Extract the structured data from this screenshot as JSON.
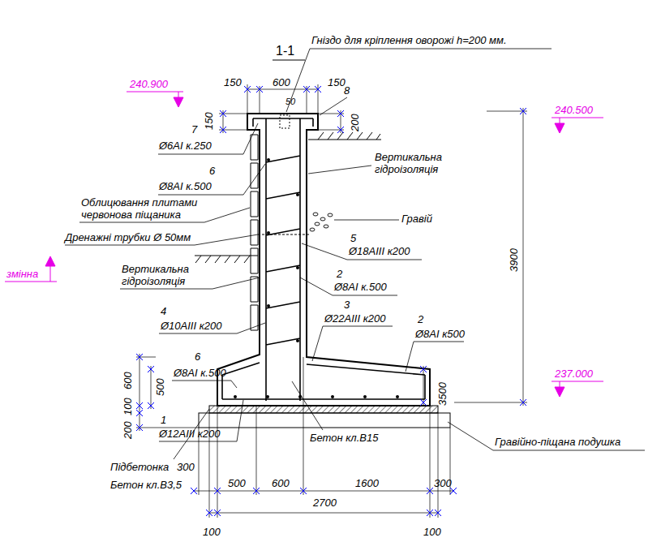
{
  "diagram": {
    "title": "1-1",
    "labels": [
      "Гніздо для кріплення оворожі h=200 мм.",
      "240.900",
      "150",
      "600",
      "150",
      "50",
      "8",
      "150",
      "200",
      "240.500",
      "7",
      "Ø6AI к.250",
      "6",
      "Ø8AI к.500",
      "Вертикальна гідроізоляція",
      "Облицювання плитами червонова піщаника",
      "Гравій",
      "5",
      "Ø18AIII к200",
      "Дренажні трубки Ø 50мм",
      "змінна",
      "3900",
      "Вертикальна гідроізоляція",
      "2",
      "Ø8AI к.500",
      "3",
      "Ø22AIII к200",
      "4",
      "Ø10AIII к200",
      "2",
      "Ø8AI к500",
      "6",
      "Ø8AI к.500",
      "600",
      "500",
      "100",
      "200",
      "237.000",
      "3500",
      "1",
      "Ø12AIII к200",
      "Бетон кл.B15",
      "Гравійно-піщана подушка",
      "Підбетонка",
      "300",
      "500",
      "600",
      "1600",
      "300",
      "Бетон кл.B3,5",
      "2700",
      "100",
      "100"
    ]
  }
}
